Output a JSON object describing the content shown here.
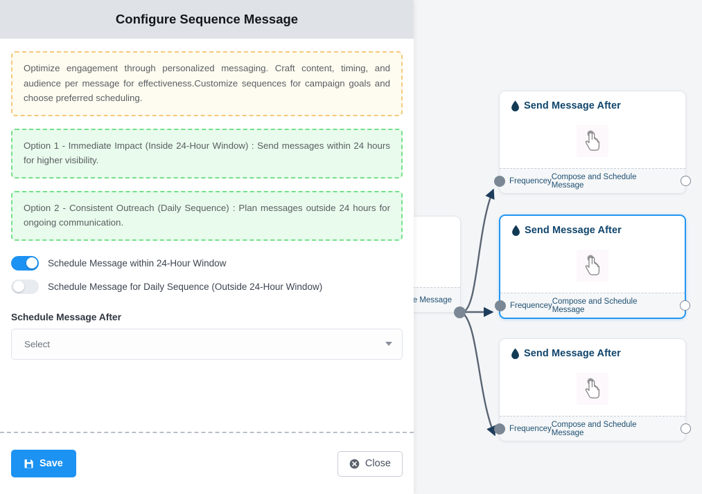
{
  "dialog": {
    "title": "Configure Sequence Message",
    "info_note": "Optimize engagement through personalized messaging. Craft content, timing, and audience per message for effectiveness.Customize sequences for campaign goals and choose preferred scheduling.",
    "option_1": "Option 1 - Immediate Impact (Inside 24-Hour Window) : Send messages within 24 hours for higher visibility.",
    "option_2": "Option 2 - Consistent Outreach (Daily Sequence) : Plan messages outside 24 hours for ongoing communication.",
    "toggles": [
      {
        "label": "Schedule Message within 24-Hour Window",
        "state": "on"
      },
      {
        "label": "Schedule Message for Daily Sequence (Outside 24-Hour Window)",
        "state": "off"
      }
    ],
    "schedule_field": {
      "label": "Schedule Message After",
      "value": "Select"
    },
    "footer": {
      "save_label": "Save",
      "close_label": "Close"
    }
  },
  "canvas": {
    "nodes": [
      {
        "title": "Send Message After",
        "icon": "droplet-icon",
        "body_icon": "pointing-hand-icon",
        "foot_left": "Frequencey",
        "foot_right": "Compose and Schedule Message",
        "selected": false
      },
      {
        "title": "Send Message After",
        "icon": "droplet-icon",
        "body_icon": "pointing-hand-icon",
        "foot_left": "Frequencey",
        "foot_right": "Compose and Schedule Message",
        "selected": true
      },
      {
        "title": "Send Message After",
        "icon": "droplet-icon",
        "body_icon": "pointing-hand-icon",
        "foot_left": "Frequencey",
        "foot_right": "Compose and Schedule Message",
        "selected": false
      }
    ],
    "partial_node": {
      "foot_right": "ce Message"
    }
  },
  "colors": {
    "accent": "#1c92f2",
    "selected_border": "#2196f3",
    "node_title": "#10456b",
    "info_border": "#f5c97a",
    "info_bg": "#fefcf0",
    "ok_border": "#74e08a",
    "ok_bg": "#e8fbec",
    "header_bg": "#dfe3e8",
    "canvas_bg": "#f4f5f7",
    "edge": "#5a6573",
    "handle": "#7b8794"
  }
}
